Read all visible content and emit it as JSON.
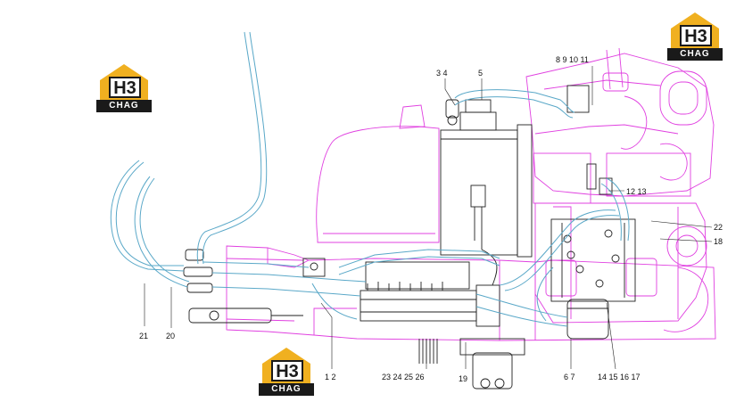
{
  "callouts": {
    "c1": "3 4",
    "c2": "5",
    "c3": "8 9 10 11",
    "c4": "12 13",
    "c5": "22",
    "c6": "18",
    "c7": "21",
    "c8": "20",
    "c9": "1 2",
    "c10": "23 24 25 26",
    "c11": "19",
    "c12": "6 7",
    "c13": "14 15 16 17"
  },
  "watermark": {
    "monogram": "H3",
    "caption": "CHAG"
  },
  "colors": {
    "engine_outline": "#e040e0",
    "hose": "#5aa8c8",
    "linework": "#222222",
    "logo_gold": "#f0b020",
    "logo_dark": "#1a1a1a"
  }
}
